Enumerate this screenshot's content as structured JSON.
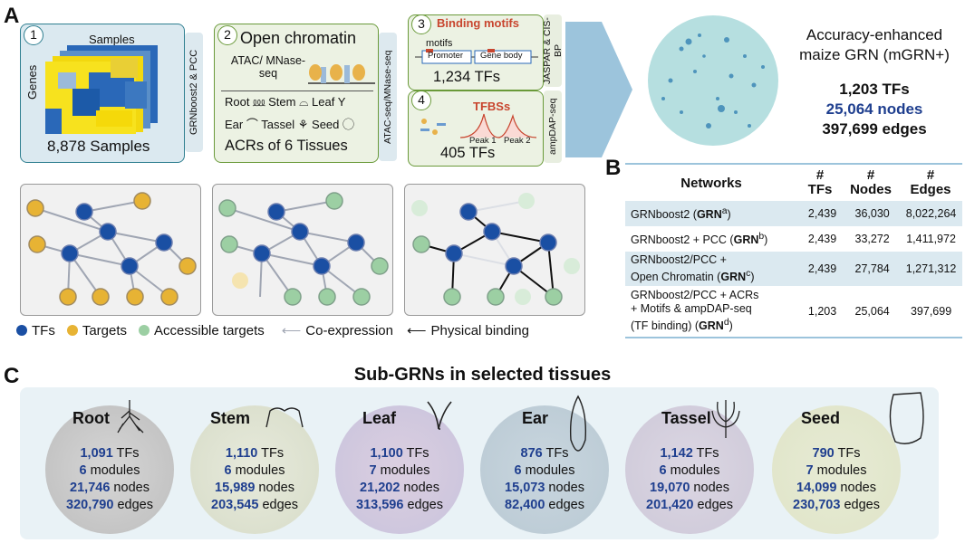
{
  "panel_labels": {
    "a": "A",
    "b": "B",
    "c": "C"
  },
  "box1": {
    "num": "1",
    "top_label": "Samples",
    "side_label": "Genes",
    "caption": "8,878 Samples",
    "tab": "GRNboost2 & PCC"
  },
  "box2": {
    "num": "2",
    "title": "Open chromatin",
    "assay": "ATAC/ MNase-seq",
    "tissue_row1": [
      "Root",
      "Stem",
      "Leaf"
    ],
    "tissue_row2": [
      "Ear",
      "Tassel",
      "Seed"
    ],
    "caption": "ACRs of 6 Tissues",
    "tab": "ATAC-seq/MNase-seq"
  },
  "box3": {
    "num": "3",
    "title": "Binding motifs",
    "motif_label": "motifs",
    "promoter": "Promoter",
    "gene_body": "Gene body",
    "caption": "1,234 TFs",
    "tab": "JASPAR & CIS-BP"
  },
  "box4": {
    "num": "4",
    "title": "TFBSs",
    "peak1": "Peak 1",
    "peak2": "Peak 2",
    "caption": "405 TFs",
    "tab": "ampDAP-seq"
  },
  "mgrn": {
    "title_line1": "Accuracy-enhanced",
    "title_line2": "maize GRN (mGRN+)",
    "tfs": "1,203 TFs",
    "nodes": "25,064 nodes",
    "edges": "397,699 edges"
  },
  "legend": {
    "tfs": "TFs",
    "targets": "Targets",
    "accessible": "Accessible targets",
    "coexp": "Co-expression",
    "physical": "Physical binding"
  },
  "colors": {
    "tf": "#1a4fa3",
    "target": "#e7b334",
    "accessible": "#9ccfa3",
    "teal_box": "#dbe9f0",
    "green_box": "#ecf2e3",
    "stat_blue": "#1f3f8f"
  },
  "table": {
    "headers": [
      "Networks",
      "# TFs",
      "# Nodes",
      "# Edges"
    ],
    "header_hash": "#",
    "header_words": [
      "TFs",
      "Nodes",
      "Edges"
    ],
    "rows": [
      {
        "name": "GRNboost2 (",
        "tag": "GRN",
        "sup": "a",
        "tail": ")",
        "tfs": "2,439",
        "nodes": "36,030",
        "edges": "8,022,264"
      },
      {
        "name": "GRNboost2 + PCC (",
        "tag": "GRN",
        "sup": "b",
        "tail": ")",
        "tfs": "2,439",
        "nodes": "33,272",
        "edges": "1,411,972"
      },
      {
        "name1": "GRNboost2/PCC +",
        "name2": "Open Chromatin (",
        "tag": "GRN",
        "sup": "c",
        "tail": ")",
        "tfs": "2,439",
        "nodes": "27,784",
        "edges": "1,271,312"
      },
      {
        "name1": "GRNboost2/PCC + ACRs",
        "name2": "+ Motifs & ampDAP-seq",
        "name3": "(TF binding)  (",
        "tag": "GRN",
        "sup": "d",
        "tail": ")",
        "tfs": "1,203",
        "nodes": "25,064",
        "edges": "397,699"
      }
    ]
  },
  "sub_grns": {
    "title": "Sub-GRNs in selected tissues",
    "tissues": [
      {
        "name": "Root",
        "tfs": "1,091",
        "modules": "6",
        "nodes": "21,746",
        "edges": "320,790"
      },
      {
        "name": "Stem",
        "tfs": "1,110",
        "modules": "6",
        "nodes": "15,989",
        "edges": "203,545"
      },
      {
        "name": "Leaf",
        "tfs": "1,100",
        "modules": "7",
        "nodes": "21,202",
        "edges": "313,596"
      },
      {
        "name": "Ear",
        "tfs": "876",
        "modules": "6",
        "nodes": "15,073",
        "edges": "82,400"
      },
      {
        "name": "Tassel",
        "tfs": "1,142",
        "modules": "6",
        "nodes": "19,070",
        "edges": "201,420"
      },
      {
        "name": "Seed",
        "tfs": "790",
        "modules": "7",
        "nodes": "14,099",
        "edges": "230,703"
      }
    ],
    "unit_tfs": " TFs",
    "unit_modules": " modules",
    "unit_nodes": " nodes",
    "unit_edges": " edges"
  }
}
